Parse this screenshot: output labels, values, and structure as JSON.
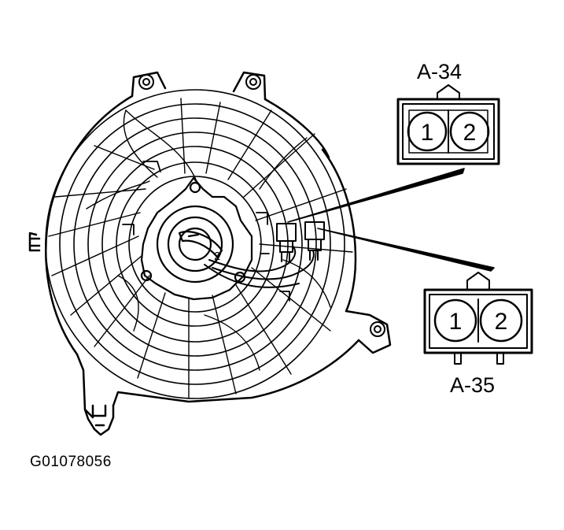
{
  "figure_code": "G01078056",
  "connectors": [
    {
      "label": "A-34",
      "pins": [
        "1",
        "2"
      ]
    },
    {
      "label": "A-35",
      "pins": [
        "1",
        "2"
      ]
    }
  ],
  "pin_marker": "2",
  "colors": {
    "ink": "#000000",
    "paper": "#ffffff"
  }
}
